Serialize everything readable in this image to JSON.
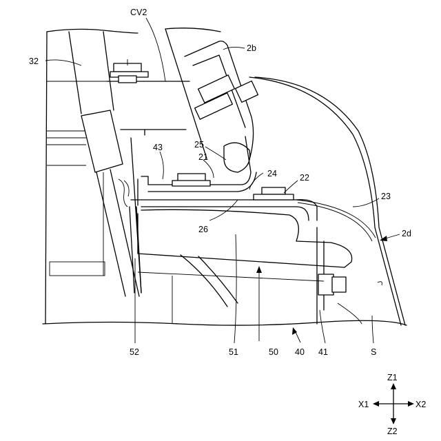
{
  "figure": {
    "labels": {
      "cv2": "CV2",
      "l32": "32",
      "l2b": "2b",
      "l43": "43",
      "l25": "25",
      "l21": "21",
      "l24": "24",
      "l22": "22",
      "l23": "23",
      "l2d": "2d",
      "l26": "26",
      "l52": "52",
      "l51": "51",
      "l50": "50",
      "l40": "40",
      "l41": "41",
      "ls": "S"
    },
    "axes": {
      "z1": "Z1",
      "z2": "Z2",
      "x1": "X1",
      "x2": "X2"
    }
  },
  "colors": {
    "ink": "#000000",
    "paper": "#ffffff"
  }
}
